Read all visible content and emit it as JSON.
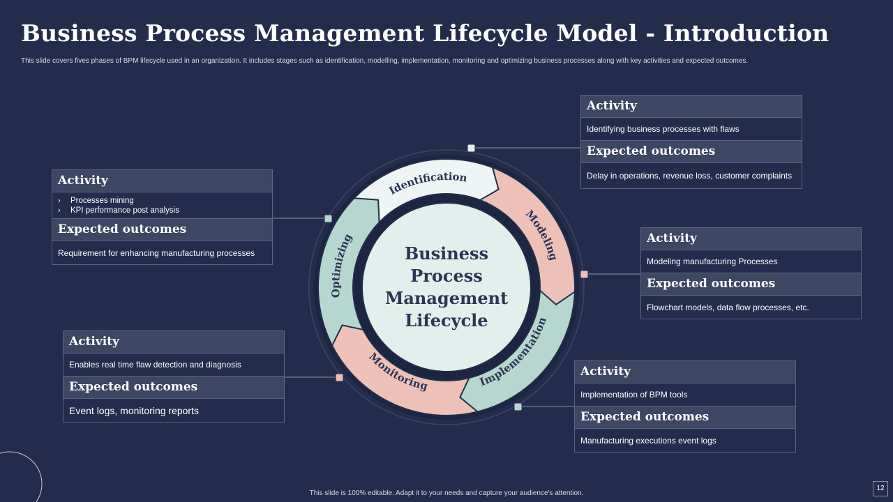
{
  "header": {
    "title": "Business Process Management Lifecycle Model - Introduction",
    "subtitle": "This slide covers fives phases of BPM lifecycle used in an organization. It includes stages such as identification, modelling,  implementation,  monitoring and optimizing business processes along with key activities and expected outcomes."
  },
  "center": {
    "lines": [
      "Business",
      "Process",
      "Management",
      "Lifecycle"
    ]
  },
  "phases": [
    {
      "id": "identification",
      "label": "Identification",
      "color": "#eef5f4"
    },
    {
      "id": "modeling",
      "label": "Modeling",
      "color": "#eec1b8"
    },
    {
      "id": "implementation",
      "label": "Implementation",
      "color": "#b5d7cf"
    },
    {
      "id": "monitoring",
      "label": "Monitoring",
      "color": "#eec1b8"
    },
    {
      "id": "optimizing",
      "label": "Optimizing",
      "color": "#b5d7cf"
    }
  ],
  "cards": {
    "identification": {
      "activity_title": "Activity",
      "activity": "Identifying business processes with flaws",
      "outcome_title": "Expected outcomes",
      "outcome": "Delay in operations, revenue loss, customer complaints"
    },
    "optimizing": {
      "activity_title": "Activity",
      "activity_items": [
        "Processes mining",
        "KPI performance post analysis"
      ],
      "outcome_title": "Expected outcomes",
      "outcome": "Requirement for enhancing manufacturing processes"
    },
    "modeling": {
      "activity_title": "Activity",
      "activity": "Modeling manufacturing Processes",
      "outcome_title": "Expected outcomes",
      "outcome": "Flowchart models, data flow processes, etc."
    },
    "monitoring": {
      "activity_title": "Activity",
      "activity": "Enables real time flaw detection and diagnosis",
      "outcome_title": "Expected outcomes",
      "outcome": "Event logs, monitoring reports"
    },
    "implementation": {
      "activity_title": "Activity",
      "activity": "Implementation of BPM tools",
      "outcome_title": "Expected outcomes",
      "outcome": "Manufacturing executions event logs"
    }
  },
  "footer": {
    "note": "This slide is 100% editable.  Adapt it to your needs and capture your audience's attention.",
    "page": "12"
  },
  "colors": {
    "background": "#232d4b",
    "card_header": "#3d4663",
    "ring_outline": "#3b4666",
    "center_fill": "#e2efed",
    "label_text": "#2c3552"
  }
}
